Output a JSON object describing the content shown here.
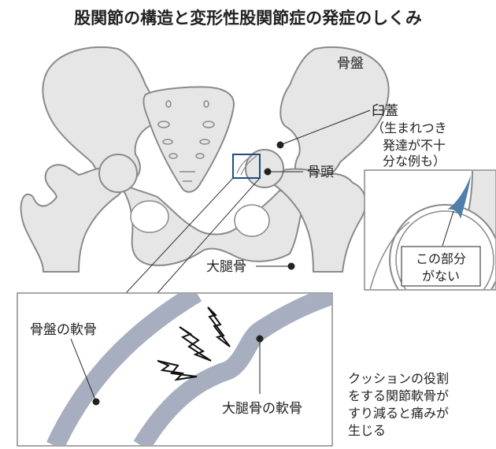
{
  "title": "股関節の構造と変形性股関節症の発症のしくみ",
  "labels": {
    "pelvis": "骨盤",
    "acetabulum_line1": "臼蓋",
    "acetabulum_line2": "（生まれつき",
    "acetabulum_line3": "発達が不十",
    "acetabulum_line4": "分な例も）",
    "femoral_head": "骨頭",
    "femur": "大腿骨",
    "inset_line1": "この部分",
    "inset_line2": "がない",
    "pelvis_cartilage": "骨盤の軟骨",
    "femur_cartilage": "大腿骨の軟骨",
    "caption_line1": "クッションの役割",
    "caption_line2": "をする関節軟骨が",
    "caption_line3": "すり減ると痛みが",
    "caption_line4": "生じる"
  },
  "colors": {
    "bone_fill": "#e6e6e6",
    "bone_stroke": "#8a8a8a",
    "cartilage": "#a7aebf",
    "acetabulum_highlight": "#4f7fab",
    "text": "#222222"
  },
  "icons": [
    "pain-lightning-icon"
  ]
}
